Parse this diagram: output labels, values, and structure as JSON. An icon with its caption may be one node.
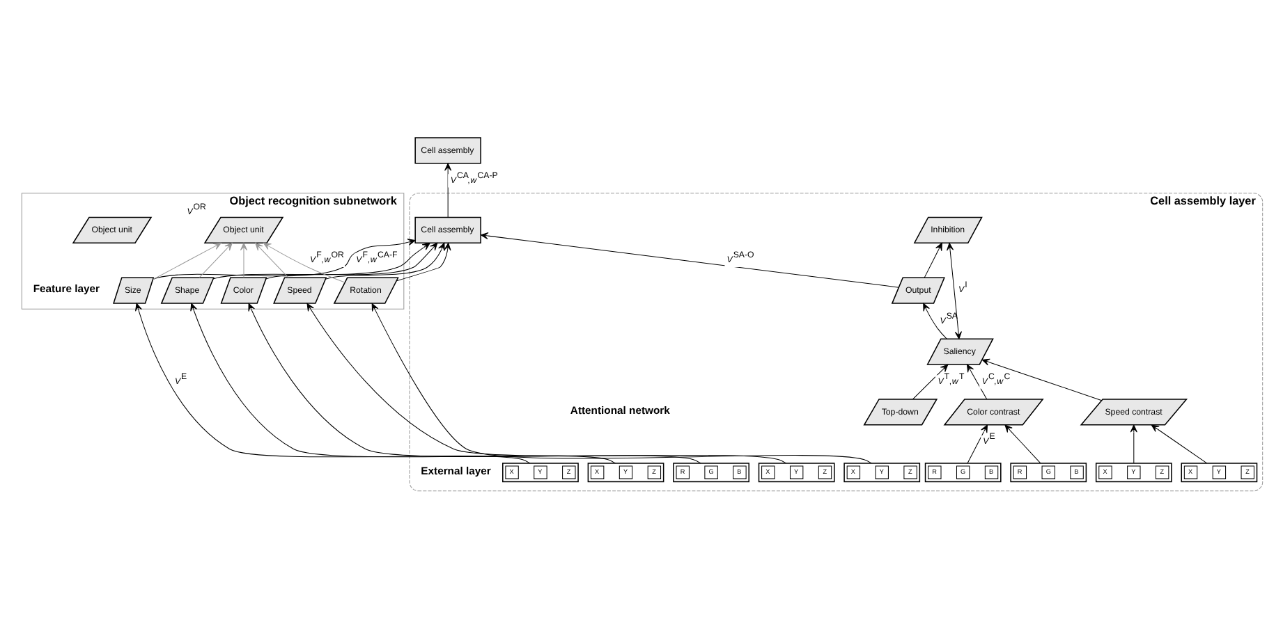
{
  "diagram": {
    "nodes": [
      {
        "text": [
          "Cell assembly layer"
        ]
      },
      {
        "text": [
          "Cell assembly"
        ],
        "in": 0
      },
      {
        "text": [
          "Cell assembly"
        ]
      },
      {
        "text": [
          "Output"
        ],
        "in": 0
      },
      {
        "text": [
          "Top-down"
        ],
        "in": 0
      },
      {
        "text": [
          "Saliency"
        ],
        "in": 0
      },
      {
        "text": [
          "Inhibition"
        ],
        "in": 0
      },
      {
        "text": [
          "Color contrast"
        ],
        "in": 0
      },
      {
        "text": [
          "Speed contrast"
        ],
        "in": 0
      },
      {
        "text": [],
        "shape": "box",
        "in": 0
      },
      {
        "text": [
          "R"
        ],
        "in": 9
      },
      {
        "text": [
          "G"
        ],
        "in": 9
      },
      {
        "text": [
          "B"
        ],
        "in": 9
      },
      {
        "text": [],
        "shape": "box",
        "in": 0
      },
      {
        "text": [
          "R"
        ],
        "in": 13
      },
      {
        "text": [
          "G"
        ],
        "in": 13
      },
      {
        "text": [
          "B"
        ],
        "in": 13
      },
      {
        "text": [],
        "shape": "box",
        "in": 0
      },
      {
        "text": [
          "X"
        ],
        "in": 17
      },
      {
        "text": [
          "Y"
        ],
        "in": 17
      },
      {
        "text": [
          "Z"
        ],
        "in": 17
      },
      {
        "text": [],
        "shape": "box",
        "in": 0
      },
      {
        "text": [
          "X"
        ],
        "in": 21
      },
      {
        "text": [
          "Y"
        ],
        "in": 21
      },
      {
        "text": [
          "Z"
        ],
        "in": 21
      },
      {
        "text": [
          "Object recognition subnetwork"
        ]
      },
      {
        "text": [
          "Object unit"
        ],
        "in": 25,
        "beside": [
          "*V*$^{OR}$"
        ]
      },
      {
        "text": [
          "Object unit"
        ],
        "in": 25
      },
      {
        "text": [
          "Size"
        ],
        "in": 25
      },
      {
        "text": [
          "Shape"
        ],
        "in": 25
      },
      {
        "text": [
          "Color"
        ],
        "in": 25
      },
      {
        "text": [
          "Speed"
        ],
        "in": 25
      },
      {
        "text": [
          "Rotation"
        ],
        "in": 25
      },
      {
        "text": [],
        "shape": "box",
        "in": 0
      },
      {
        "text": [
          "X"
        ],
        "in": 33
      },
      {
        "text": [
          "Y"
        ],
        "in": 33
      },
      {
        "text": [
          "Z"
        ],
        "in": 33
      },
      {
        "text": [],
        "shape": "box",
        "in": 0
      },
      {
        "text": [
          "X"
        ],
        "in": 37
      },
      {
        "text": [
          "Y"
        ],
        "in": 37
      },
      {
        "text": [
          "Z"
        ],
        "in": 37
      },
      {
        "text": [],
        "shape": "box",
        "in": 0
      },
      {
        "text": [
          "R"
        ],
        "in": 41
      },
      {
        "text": [
          "G"
        ],
        "in": 41
      },
      {
        "text": [
          "B"
        ],
        "in": 41
      },
      {
        "text": [],
        "shape": "box",
        "in": 0
      },
      {
        "text": [
          "X"
        ],
        "in": 45
      },
      {
        "text": [
          "Y"
        ],
        "in": 45
      },
      {
        "text": [
          "Z"
        ],
        "in": 45
      },
      {
        "text": [],
        "shape": "box",
        "in": 0
      },
      {
        "text": [
          "X"
        ],
        "in": 49
      },
      {
        "text": [
          "Y"
        ],
        "in": 49
      },
      {
        "text": [
          "Z"
        ],
        "in": 49
      }
    ],
    "edges": [
      {
        "from": 1,
        "to": 2,
        "arrow": "to",
        "label": "*V*$^{CA}$,*w*$^{CA-P}$"
      },
      {
        "from": 3,
        "to": 1,
        "arrow": "to",
        "label": "*V*$^{SA-O}$"
      },
      {
        "from": 28,
        "to": 1,
        "arrow": "to",
        "label": "*V*$^{F}$,*w*$^{CA-F}$"
      },
      {
        "from": 29,
        "to": 1,
        "arrow": "to"
      },
      {
        "from": 30,
        "to": 1,
        "arrow": "to"
      },
      {
        "from": 31,
        "to": 1,
        "arrow": "to"
      },
      {
        "from": 32,
        "to": 1,
        "arrow": "to"
      },
      {
        "from": 4,
        "to": 5,
        "arrow": "to",
        "label": "*V*$^{T}$,*w*$^{T}$"
      },
      {
        "from": 5,
        "to": 3,
        "arrow": "to",
        "label": "*V*$^{SA}$"
      },
      {
        "from": 5,
        "to": 6,
        "arrow": "both",
        "label": "*V*$^{I}$"
      },
      {
        "from": 3,
        "to": 6,
        "arrow": "to"
      },
      {
        "from": 7,
        "to": 5,
        "arrow": "to",
        "label": "*V*$^{C}$,*w*$^{C}$"
      },
      {
        "from": 8,
        "to": 5,
        "arrow": "to"
      },
      {
        "from": 9,
        "to": 7,
        "arrow": "to",
        "label": "*V*$^{E}$"
      },
      {
        "from": 13,
        "to": 7,
        "arrow": "to"
      },
      {
        "from": 17,
        "to": 8,
        "arrow": "to"
      },
      {
        "from": 21,
        "to": 8,
        "arrow": "to"
      },
      {
        "from": 33,
        "to": 28,
        "arrow": "to",
        "label": "*V*$^{E}$"
      },
      {
        "from": 37,
        "to": 29,
        "arrow": "to"
      },
      {
        "from": 41,
        "to": 30,
        "arrow": "to"
      },
      {
        "from": 45,
        "to": 31,
        "arrow": "to"
      },
      {
        "from": 49,
        "to": 32,
        "arrow": "to"
      },
      {
        "from": 28,
        "to": 26,
        "arrow": "to",
        "color": "#999999"
      },
      {
        "from": 29,
        "to": 26,
        "arrow": "to",
        "color": "#999999"
      },
      {
        "from": 30,
        "to": 26,
        "arrow": "to",
        "color": "#999999"
      },
      {
        "from": 31,
        "to": 26,
        "arrow": "to",
        "color": "#999999"
      },
      {
        "from": 32,
        "to": 26,
        "arrow": "to",
        "color": "#999999",
        "label": "*V*$^{F}$,*w*$^{OR}$"
      }
    ],
    "labels": [
      "Attentional network",
      "Feature layer",
      "External layer"
    ]
  }
}
